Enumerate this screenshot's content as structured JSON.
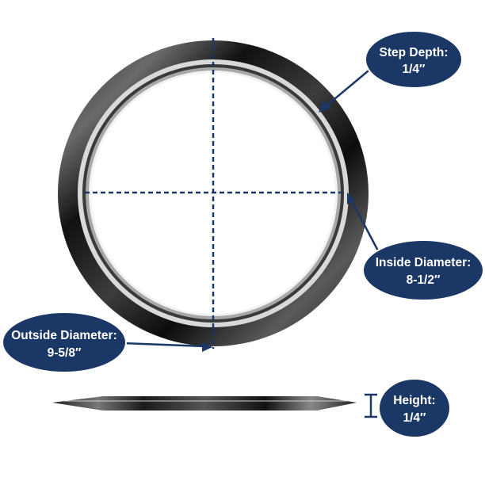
{
  "callouts": {
    "step_depth": {
      "label": "Step Depth:",
      "value": "1/4″"
    },
    "inside_diameter": {
      "label": "Inside Diameter:",
      "value": "8-1/2″"
    },
    "outside_diameter": {
      "label": "Outside Diameter:",
      "value": "9-5/8″"
    },
    "height": {
      "label": "Height:",
      "value": "1/4″"
    }
  },
  "colors": {
    "callout_fill": "#1b3766",
    "callout_border": "#ffffff",
    "dimension_line": "#1b3766",
    "ring_dark": "#1a1a1a",
    "ring_highlight": "#e8e8e8"
  },
  "icons": {
    "height_marker": "i-beam-dimension-icon"
  }
}
